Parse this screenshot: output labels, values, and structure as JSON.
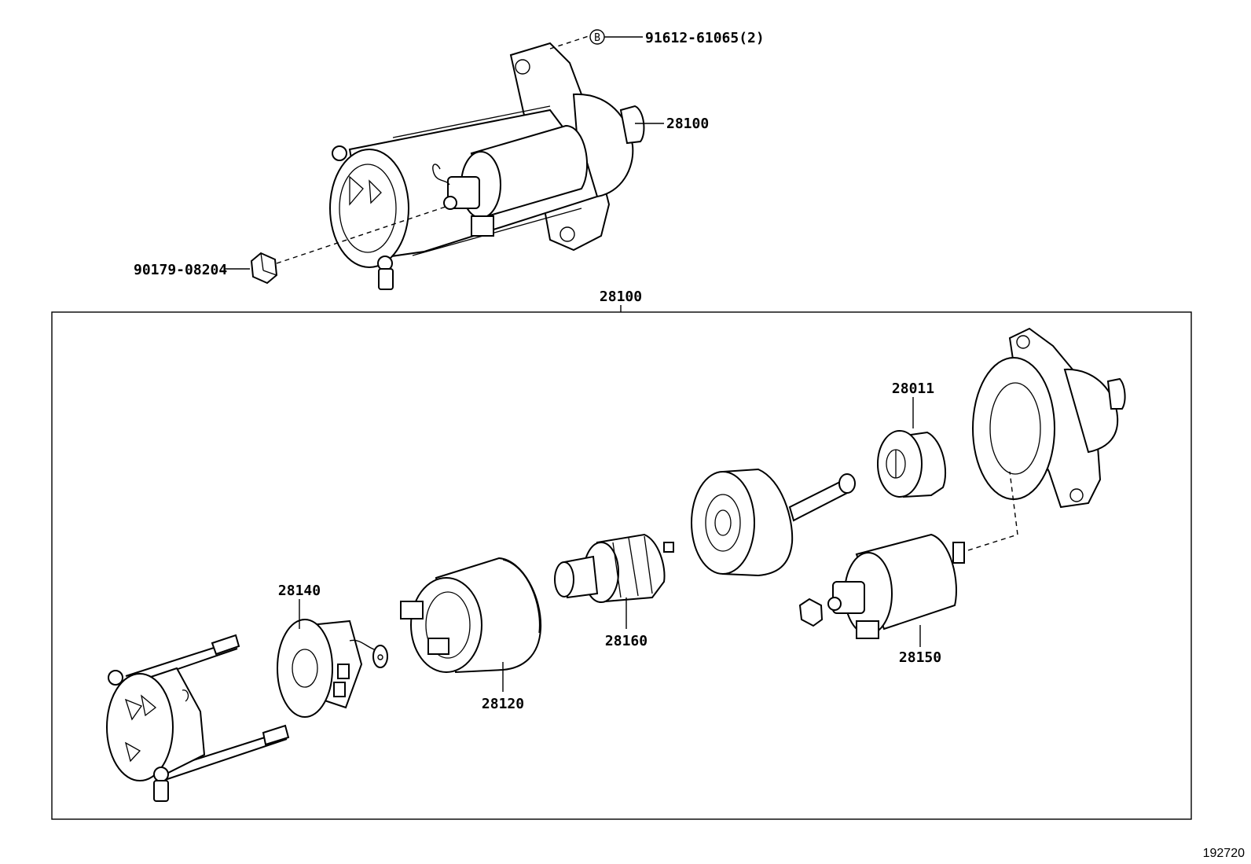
{
  "labels": {
    "bolt": "91612-61065(2)",
    "bolt_marker": "B",
    "starter_top": "28100",
    "nut": "90179-08204",
    "assembly": "28100",
    "clutch": "28011",
    "brush_holder": "28140",
    "yoke": "28120",
    "armature": "28160",
    "solenoid": "28150"
  },
  "figure_number": "192720",
  "colors": {
    "line": "#000000",
    "background": "#ffffff"
  }
}
